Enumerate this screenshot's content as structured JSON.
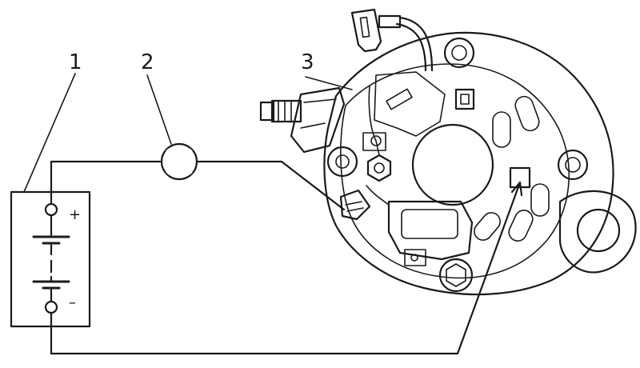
{
  "callouts": [
    {
      "id": "1"
    },
    {
      "id": "2"
    },
    {
      "id": "3"
    }
  ],
  "battery": {
    "positive_sign": "+",
    "negative_sign": "–"
  },
  "colors": {
    "line": "#1a1a1a",
    "background": "#ffffff",
    "lamp_fill": "#111111"
  }
}
